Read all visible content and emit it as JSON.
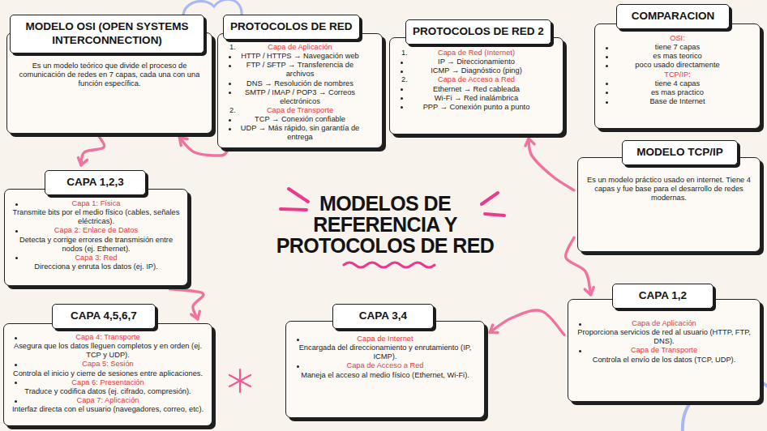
{
  "diagram": {
    "title": "MODELOS DE REFERENCIA Y PROTOCOLOS DE RED",
    "nodes": [
      {
        "text": [
          "MODELO OSI (OPEN SYSTEMS INTERCONNECTION)",
          "Es un modelo teórico que divide el proceso de comunicación de redes en 7 capas, cada una con una función específica."
        ]
      },
      {
        "text": [
          "PROTOCOLOS DE RED",
          "1.",
          "Capa de Aplicación",
          "HTTP / HTTPS → Navegación web",
          "FTP / SFTP → Transferencia de archivos",
          "DNS → Resolución de nombres",
          "SMTP / IMAP / POP3 → Correos electrónicos",
          "2.",
          "Capa de Transporte",
          "TCP → Conexión confiable",
          "UDP → Más rápido, sin garantía de entrega"
        ]
      },
      {
        "text": [
          "PROTOCOLOS DE RED 2",
          "1.",
          "Capa de Red (Internet)",
          "IP → Direccionamiento",
          "ICMP → Diagnóstico (ping)",
          "2.",
          "Capa de Acceso a Red",
          "Ethernet → Red cableada",
          "Wi-Fi → Red inalámbrica",
          "PPP → Conexión punto a punto"
        ]
      },
      {
        "text": [
          "COMPARACION",
          "OSI:",
          "tiene 7 capas",
          "es mas teorico",
          "poco usado directamente",
          "TCP/IP:",
          "tiene 4 capas",
          "es mas practico",
          "Base de Internet"
        ]
      },
      {
        "text": [
          "MODELO TCP/IP",
          "Es un modelo práctico usado en internet. Tiene 4 capas y fue base para el desarrollo de redes modernas."
        ]
      },
      {
        "text": [
          "CAPA 1,2,3",
          "Capa 1: Física",
          "Transmite bits por el medio físico (cables, señales eléctricas).",
          "Capa 2: Enlace de Datos",
          "Detecta y corrige errores de transmisión entre nodos (ej. Ethernet).",
          "Capa 3: Red",
          "Direcciona y enruta los datos (ej. IP)."
        ]
      },
      {
        "text": [
          "CAPA 4,5,6,7",
          "Capa 4: Transporte",
          "Asegura que los datos lleguen completos y en orden (ej. TCP y UDP).",
          "Capa 5: Sesión",
          "Controla el inicio y cierre de sesiones entre aplicaciones.",
          "Capa 6: Presentación",
          "Traduce y codifica datos (ej. cifrado, compresión).",
          "Capa 7: Aplicación",
          "Interfaz directa con el usuario (navegadores, correo, etc)."
        ]
      },
      {
        "text": [
          "CAPA 3,4",
          "Capa de Internet",
          "Encargada del direccionamiento y enrutamiento (IP, ICMP).",
          "Capa de Acceso a Red",
          "Maneja el acceso al medio físico (Ethernet, Wi-Fi)."
        ]
      },
      {
        "text": [
          "CAPA 1,2",
          "Capa de Aplicación",
          "Proporciona servicios de red al usuario (HTTP, FTP, DNS).",
          "Capa de Transporte",
          "Controla el envío de los datos (TCP, UDP)."
        ]
      }
    ],
    "edges": [
      {
        "from": 0,
        "to": 5,
        "arrow": "to"
      },
      {
        "from": 5,
        "to": 6,
        "arrow": "to"
      },
      {
        "from": 1,
        "to": 0,
        "arrow": "to"
      },
      {
        "from": 4,
        "to": 2,
        "arrow": "to"
      },
      {
        "from": 4,
        "to": 8,
        "arrow": "to"
      },
      {
        "from": 8,
        "to": 7,
        "arrow": "to"
      }
    ]
  }
}
